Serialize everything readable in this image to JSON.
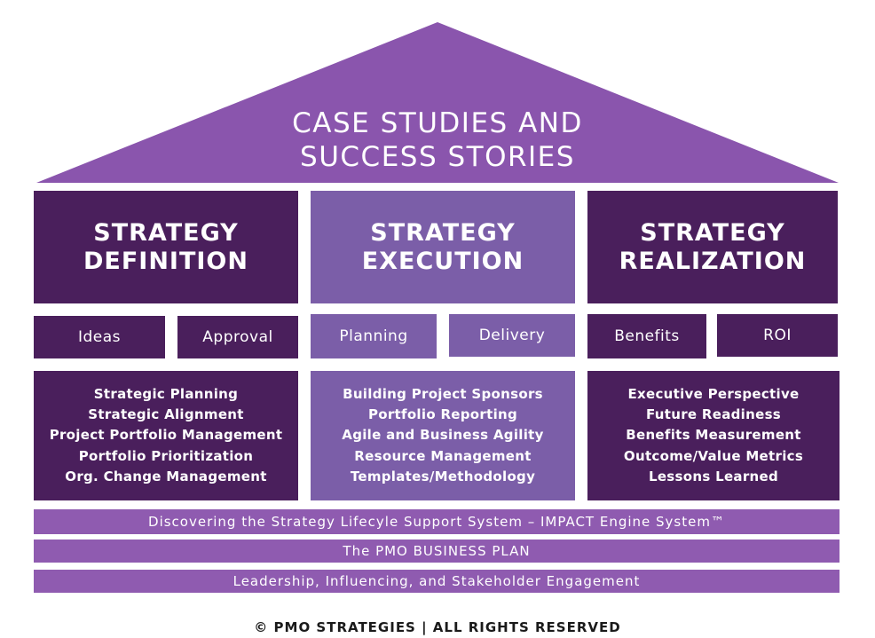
{
  "roof": {
    "line1": "CASE STUDIES AND",
    "line2": "SUCCESS STORIES",
    "color": "#8a55ad"
  },
  "pillars": [
    {
      "title_line1": "STRATEGY",
      "title_line2": "DEFINITION",
      "subs": [
        "Ideas",
        "Approval"
      ],
      "items": [
        "Strategic Planning",
        "Strategic Alignment",
        "Project Portfolio Management",
        "Portfolio Prioritization",
        "Org. Change Management"
      ]
    },
    {
      "title_line1": "STRATEGY",
      "title_line2": "EXECUTION",
      "subs": [
        "Planning",
        "Delivery"
      ],
      "items": [
        "Building Project Sponsors",
        "Portfolio Reporting",
        "Agile and Business Agility",
        "Resource Management",
        "Templates/Methodology"
      ]
    },
    {
      "title_line1": "STRATEGY",
      "title_line2": "REALIZATION",
      "subs": [
        "Benefits",
        "ROI"
      ],
      "items": [
        "Executive Perspective",
        "Future Readiness",
        "Benefits Measurement",
        "Outcome/Value Metrics",
        "Lessons Learned"
      ]
    }
  ],
  "bands": [
    "Discovering the Strategy Lifecyle Support System – IMPACT Engine System™",
    "The PMO BUSINESS PLAN",
    "Leadership, Influencing, and Stakeholder Engagement"
  ],
  "footer": "© PMO STRATEGIES | ALL RIGHTS RESERVED",
  "colors": {
    "dark_purple": "#4a1f5c",
    "light_purple": "#7b5ea8",
    "band_purple": "#8f5bb0"
  }
}
